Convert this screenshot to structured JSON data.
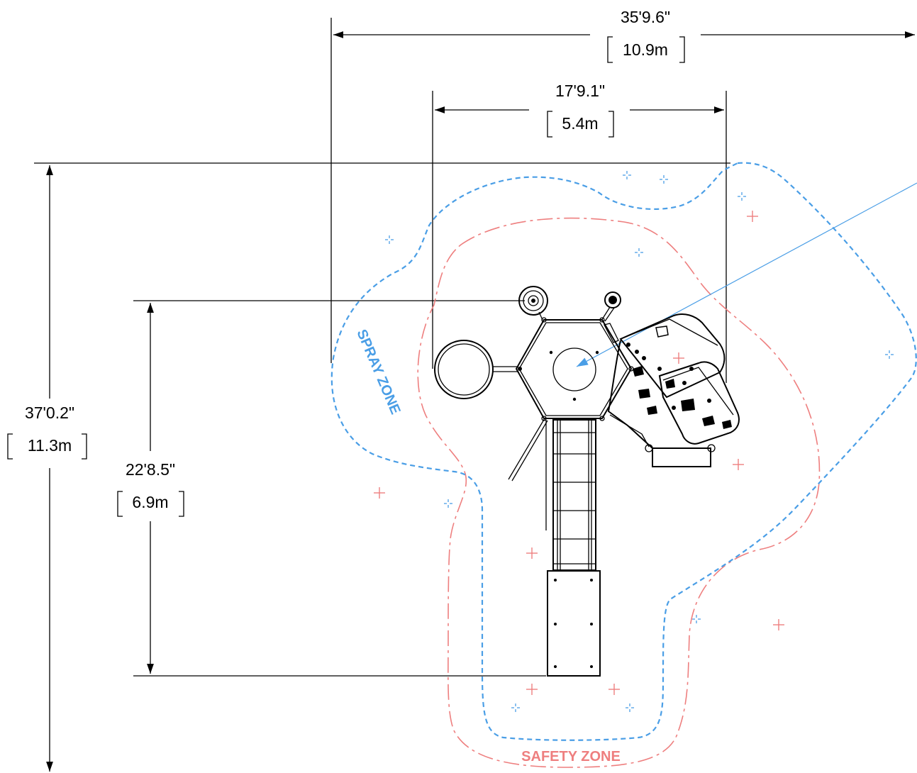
{
  "dimensions": {
    "overall_width": {
      "imperial": "35'9.6\"",
      "metric": "10.9m"
    },
    "inner_width": {
      "imperial": "17'9.1\"",
      "metric": "5.4m"
    },
    "overall_depth": {
      "imperial": "37'0.2\"",
      "metric": "11.3m"
    },
    "inner_depth": {
      "imperial": "22'8.5\"",
      "metric": "6.9m"
    }
  },
  "zones": {
    "spray": {
      "label": "SPRAY ZONE",
      "color": "#4a9ee6"
    },
    "safety": {
      "label": "SAFETY ZONE",
      "color": "#ee7f7f"
    }
  }
}
